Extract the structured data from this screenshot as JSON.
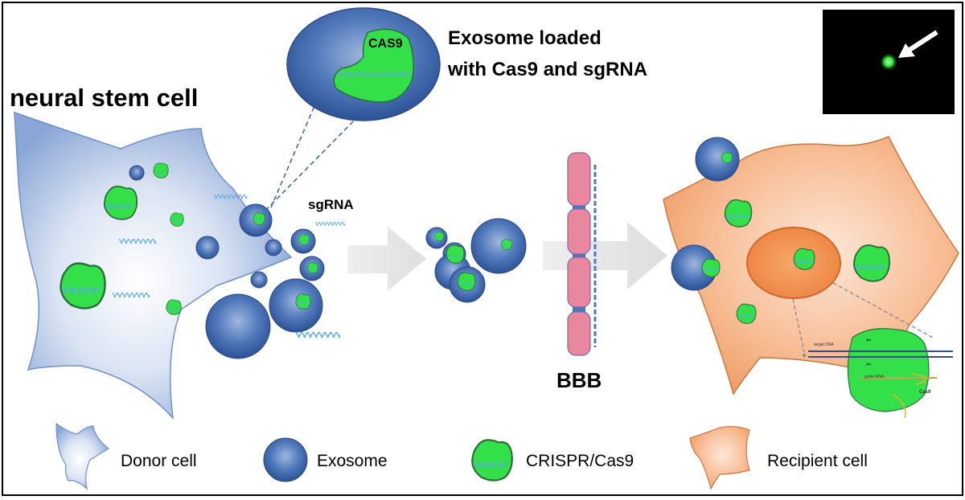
{
  "labels": {
    "neural_stem_cell": "neural stem cell",
    "exosome_line1": "Exosome loaded",
    "exosome_line2": "with Cas9 and sgRNA",
    "cas9": "CAS9",
    "sgrna": "sgRNA",
    "bbb": "BBB"
  },
  "legend": {
    "donor": "Donor cell",
    "exosome": "Exosome",
    "crispr": "CRISPR/Cas9",
    "recipient": "Recipient cell"
  },
  "inset": {
    "target_dna": "target DNA",
    "guide_rna": "guide RNA",
    "cas9": "Cas9"
  },
  "colors": {
    "donor_cell": "#9fb8df",
    "exosome": "#3f67a8",
    "crispr_green": "#33e04a",
    "recipient_cell": "#f4a877",
    "bbb_pink": "#e9879f",
    "arrow_gray": "#e6e6e6"
  }
}
